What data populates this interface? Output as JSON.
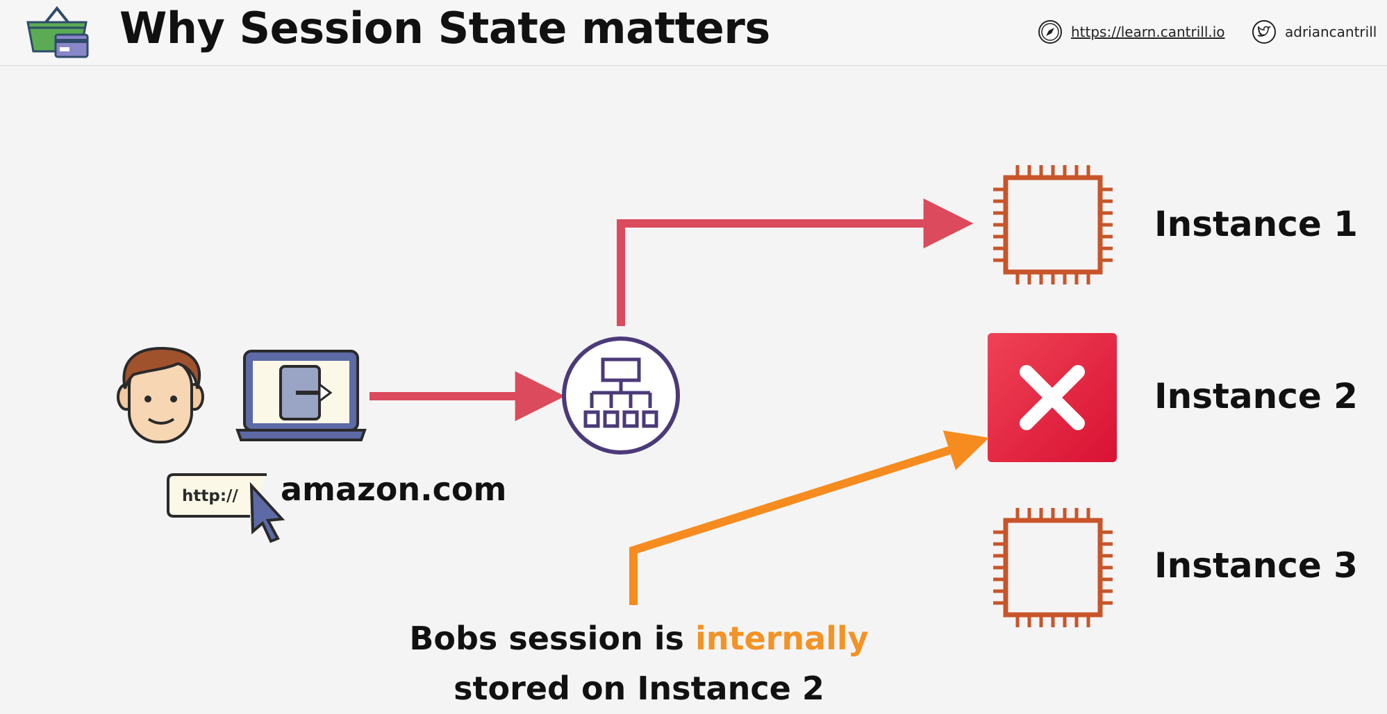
{
  "header": {
    "title": "Why Session State matters",
    "website_icon": "compass-icon",
    "website_url": "https://learn.cantrill.io",
    "twitter_icon": "twitter-icon",
    "twitter_handle": "adriancantrill",
    "logo_icon": "shopping-basket-card-icon"
  },
  "diagram": {
    "user_icon": "user-face-icon",
    "laptop_icon": "laptop-login-icon",
    "url_prefix": "http://",
    "domain": "amazon.com",
    "load_balancer_icon": "load-balancer-icon",
    "instances": [
      {
        "label": "Instance 1",
        "state": "running",
        "icon": "ec2-chip-icon"
      },
      {
        "label": "Instance 2",
        "state": "failed",
        "icon": "failed-x-icon"
      },
      {
        "label": "Instance 3",
        "state": "running",
        "icon": "ec2-chip-icon"
      }
    ],
    "caption": {
      "part1": "Bobs session is ",
      "highlight": "internally",
      "part2": "stored on Instance 2"
    },
    "colors": {
      "request_arrow": "#dc4a5d",
      "session_arrow": "#f68b1f",
      "instance_outline": "#c8552a",
      "failed_box": "#e3253d",
      "load_balancer": "#4b3a78",
      "highlight_text": "#f39325"
    }
  }
}
